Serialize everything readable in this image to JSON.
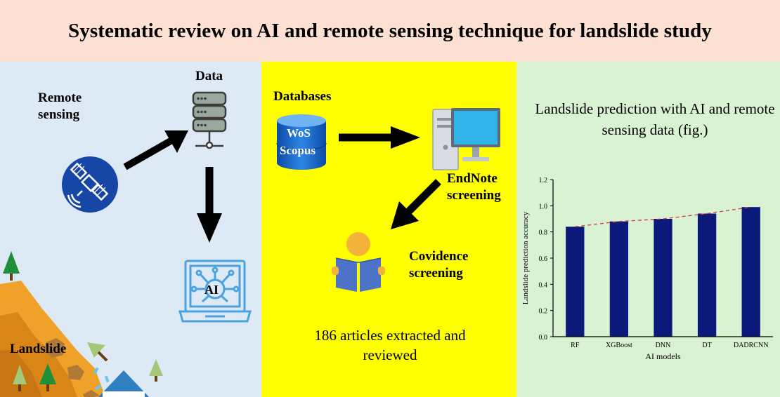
{
  "title": "Systematic review on AI and remote sensing technique for landslide study",
  "left": {
    "remote_sensing": "Remote sensing",
    "data": "Data",
    "ai": "AI",
    "landslide": "Landslide"
  },
  "middle": {
    "databases": "Databases",
    "wos": "WoS",
    "scopus": "Scopus",
    "endnote": "EndNote screening",
    "covidence": "Covidence screening",
    "summary": "186 articles extracted and reviewed"
  },
  "right": {
    "caption": "Landslide prediction with AI and remote sensing data (fig.)"
  },
  "colors": {
    "header_bg": "#fce0d2",
    "left_bg": "#dde9f5",
    "middle_bg": "#ffff00",
    "right_bg": "#d9f2d2",
    "bar_fill": "#0b1a7a",
    "trend_line": "#d9363e"
  },
  "chart_data": {
    "type": "bar",
    "categories": [
      "RF",
      "XGBoost",
      "DNN",
      "DT",
      "DADRCNN"
    ],
    "values": [
      0.84,
      0.88,
      0.9,
      0.94,
      0.99
    ],
    "title": "",
    "xlabel": "AI models",
    "ylabel": "Landslide prediction accuracy",
    "ylim": [
      0.0,
      1.2
    ],
    "yticks": [
      "0.0",
      "0.2",
      "0.4",
      "0.6",
      "0.8",
      "1.0",
      "1.2"
    ],
    "trend_line": "dashed",
    "grid": false,
    "legend": "none"
  }
}
